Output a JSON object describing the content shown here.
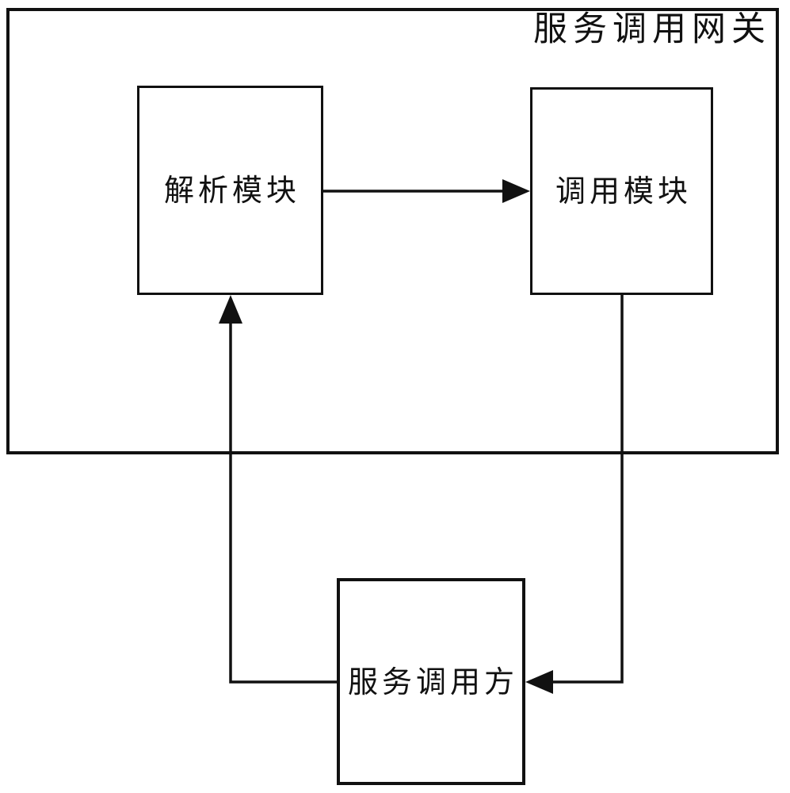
{
  "diagram": {
    "background_color": "#ffffff",
    "line_color": "#111111",
    "gateway": {
      "label": "服务调用网关"
    },
    "boxes": {
      "parse": {
        "label": "解析模块"
      },
      "invoke": {
        "label": "调用模块"
      },
      "caller": {
        "label": "服务调用方"
      }
    },
    "connections": [
      {
        "from": "解析模块",
        "to": "调用模块",
        "style": "arrow"
      },
      {
        "from": "调用模块",
        "to": "服务调用方",
        "style": "arrow"
      },
      {
        "from": "服务调用方",
        "to": "解析模块",
        "style": "arrow"
      }
    ]
  }
}
